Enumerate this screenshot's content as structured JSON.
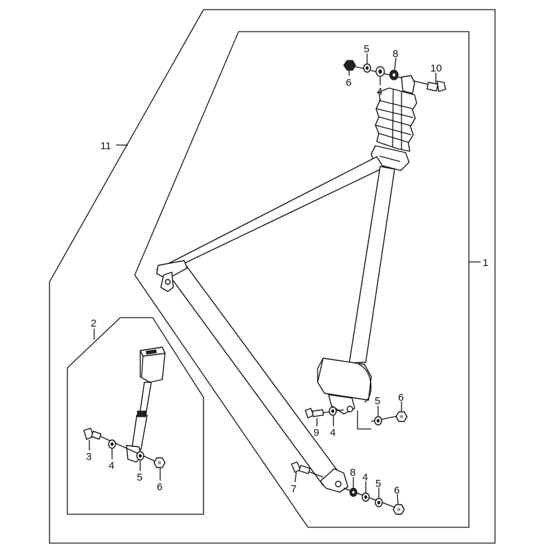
{
  "callouts": {
    "c1": "1",
    "c2": "2",
    "c3": "3",
    "c4a": "4",
    "c4b": "4",
    "c4c": "4",
    "c4d": "4",
    "c5a": "5",
    "c5b": "5",
    "c5c": "5",
    "c5d": "5",
    "c6a": "6",
    "c6b": "6",
    "c6c": "6",
    "c6d": "6",
    "c7": "7",
    "c8a": "8",
    "c8b": "8",
    "c9": "9",
    "c10": "10",
    "c11": "11"
  }
}
